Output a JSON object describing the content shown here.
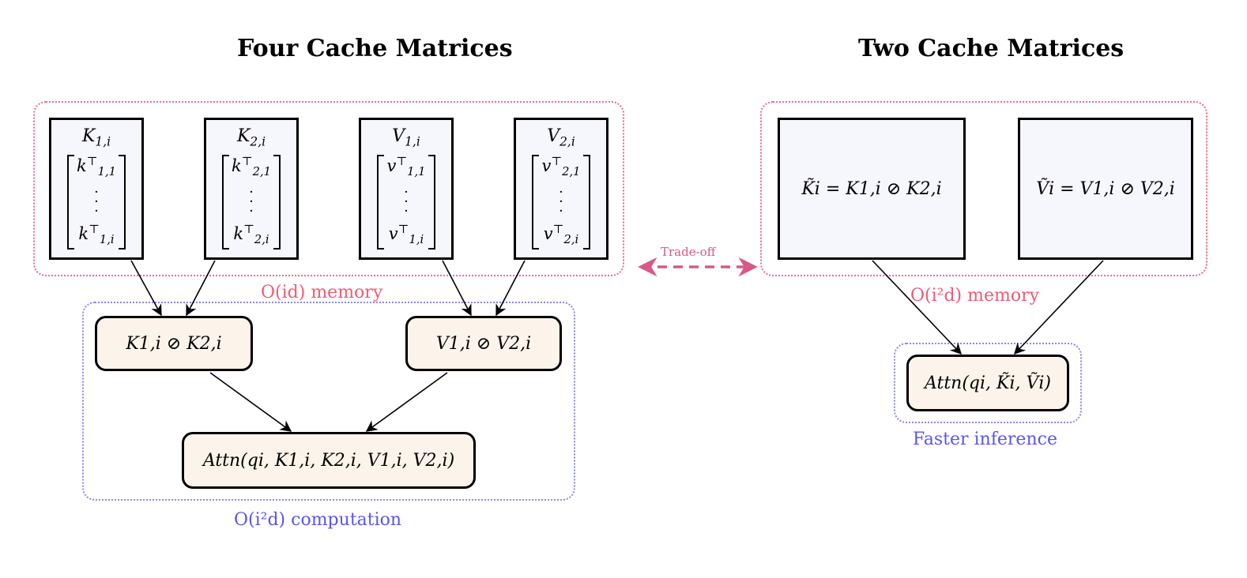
{
  "titles": {
    "left": "Four Cache Matrices",
    "right": "Two Cache Matrices"
  },
  "caches_left": [
    {
      "header": "K",
      "header_sub": "1,i",
      "entry_top": "k",
      "entry_top_sub": "1,1",
      "entry_bottom": "k",
      "entry_bottom_sub": "1,i"
    },
    {
      "header": "K",
      "header_sub": "2,i",
      "entry_top": "k",
      "entry_top_sub": "2,1",
      "entry_bottom": "k",
      "entry_bottom_sub": "2,i"
    },
    {
      "header": "V",
      "header_sub": "1,i",
      "entry_top": "v",
      "entry_top_sub": "1,1",
      "entry_bottom": "v",
      "entry_bottom_sub": "1,i"
    },
    {
      "header": "V",
      "header_sub": "2,i",
      "entry_top": "v",
      "entry_top_sub": "2,1",
      "entry_bottom": "v",
      "entry_bottom_sub": "2,i"
    }
  ],
  "transpose_symbol": "⊤",
  "vdots": "·\n·\n·",
  "ops_left": {
    "k_combine": "K1,i ⊘ K2,i",
    "v_combine": "V1,i ⊘ V2,i",
    "attn": "Attn(qi, K1,i, K2,i, V1,i, V2,i)"
  },
  "caches_right": {
    "k_tilde": "K̃i = K1,i ⊘ K2,i",
    "v_tilde": "Ṽi = V1,i ⊘ V2,i"
  },
  "ops_right": {
    "attn": "Attn(qi, K̃i, Ṽi)"
  },
  "captions": {
    "left_memory": "O(id) memory",
    "left_compute": "O(i²d) computation",
    "right_memory": "O(i²d) memory",
    "right_speed": "Faster inference",
    "tradeoff": "Trade-off"
  },
  "colors": {
    "memory_group": "#f06a86",
    "compute_group": "#8a86f3",
    "memory_text": "#f05a76",
    "compute_text": "#5a55ef",
    "tradeoff": "#d8588a",
    "cache_fill": "#f6f6fd",
    "op_fill": "#fcf4ea"
  }
}
